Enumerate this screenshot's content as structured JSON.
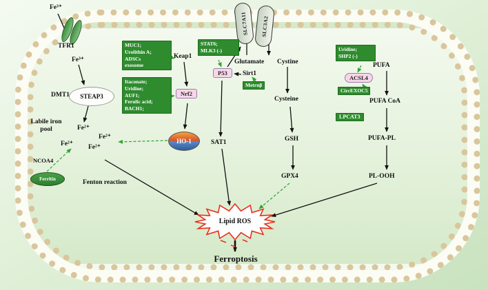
{
  "iron": {
    "fe3_out": "Fe³⁺",
    "tfr1": "TFR1",
    "fe3_in": "Fe³⁺",
    "dmt1": "DMT1",
    "steap3": "STEAP3",
    "labile_pool": "Labile iron\npool",
    "fe2_1": "Fe²⁺",
    "fe2_2": "Fe²⁺",
    "fe2_3": "Fe²⁺",
    "fe2_4": "Fe²⁺",
    "ncoa4": "NCOA4",
    "ferritin": "Ferritin",
    "fenton": "Fenton reaction"
  },
  "nrf2_axis": {
    "regulators_keap1": "MUC1;\nUrolithin A;\nADSCs\nexosome",
    "keap1": "Keap1",
    "regulators_nrf2": "Itaconate;\nUridine;\nAUF1;\nFerulic acid;\nBACH1;",
    "nrf2": "Nrf2",
    "ho1": "HO-1"
  },
  "p53_axis": {
    "stat6_mlk3": "STAT6;\nMLK3  (-)",
    "p53": "P53",
    "sirt1": "Sirt1",
    "metrnb": "Metrnβ",
    "sat1": "SAT1"
  },
  "system_xc": {
    "slc7a11": "SLC7A11",
    "slc3a2": "SLC3A2",
    "glutamate": "Glutamate",
    "cystine": "Cystine",
    "cysteine": "Cysteine",
    "gsh": "GSH",
    "gpx4": "GPX4"
  },
  "lipid_axis": {
    "uridine_shp2": "Uridine;\nSHP2  (-)",
    "pufa": "PUFA",
    "acsl4": "ACSL4",
    "circexoc5": "CircEXOC5",
    "pufa_coa": "PUFA CoA",
    "lpcat3": "LPCAT3",
    "pufa_pl": "PUFA-PL",
    "pl_ooh": "PL-OOH"
  },
  "outcome": {
    "lipid_ros": "Lipid ROS",
    "ferroptosis": "Ferroptosis"
  },
  "colors": {
    "box_green": "#2e8b2e",
    "pink": "#f8d6e8",
    "membrane_bead": "#d9c69c",
    "ros_red": "#e8301e",
    "arrow_green": "#2fa32f"
  }
}
